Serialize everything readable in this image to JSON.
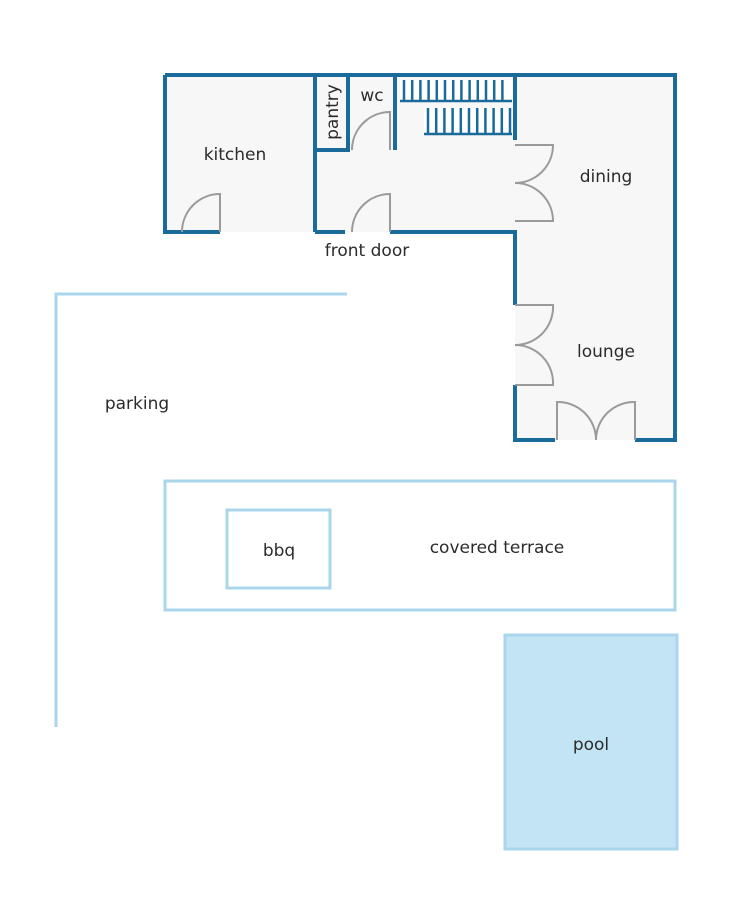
{
  "rooms": {
    "kitchen": "kitchen",
    "pantry": "pantry",
    "wc": "wc",
    "dining": "dining",
    "lounge": "lounge",
    "front_door": "front door"
  },
  "outdoor": {
    "parking": "parking",
    "bbq": "bbq",
    "covered_terrace": "covered terrace",
    "pool": "pool"
  },
  "colors": {
    "wall": "#1a6a9a",
    "outdoor_outline": "#a9d6ea",
    "pool_fill": "#c2e4f5",
    "floor": "#f7f7f7",
    "door": "#9a9a9a"
  }
}
